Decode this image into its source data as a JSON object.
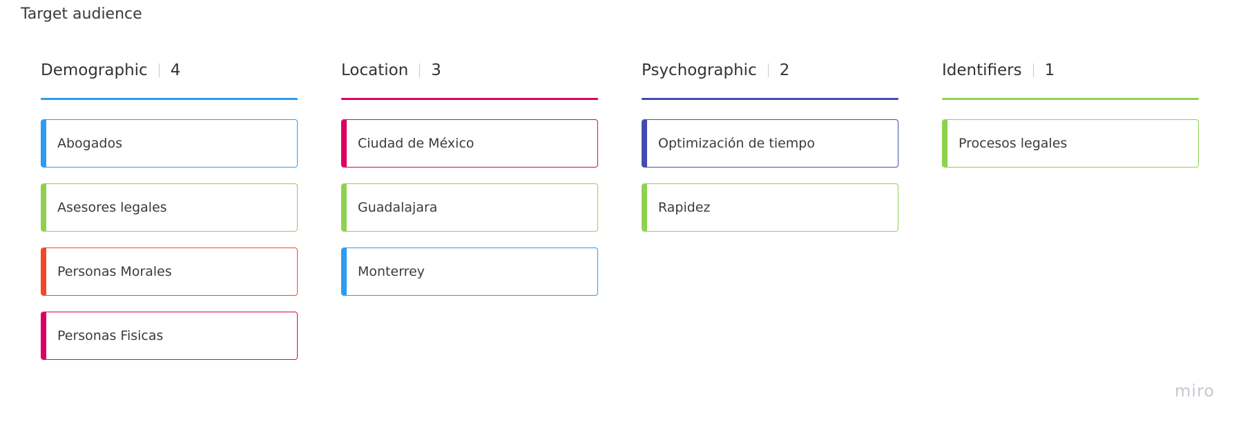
{
  "board": {
    "title": "Target audience",
    "watermark": "miro"
  },
  "columns": [
    {
      "title": "Demographic",
      "count": "4",
      "color": "#2d9bf0",
      "cards": [
        {
          "label": "Abogados",
          "color": "#2d9bf0"
        },
        {
          "label": "Asesores legales",
          "color": "#8fd14f"
        },
        {
          "label": "Personas Morales",
          "color": "#f24726"
        },
        {
          "label": "Personas Fisicas",
          "color": "#da0063"
        }
      ]
    },
    {
      "title": "Location",
      "count": "3",
      "color": "#da0063",
      "cards": [
        {
          "label": "Ciudad de México",
          "color": "#da0063"
        },
        {
          "label": "Guadalajara",
          "color": "#8fd14f"
        },
        {
          "label": "Monterrey",
          "color": "#2d9bf0"
        }
      ]
    },
    {
      "title": "Psychographic",
      "count": "2",
      "color": "#414bb2",
      "cards": [
        {
          "label": "Optimización de tiempo",
          "color": "#414bb2"
        },
        {
          "label": "Rapidez",
          "color": "#8fd14f"
        }
      ]
    },
    {
      "title": "Identifiers",
      "count": "1",
      "color": "#8fd14f",
      "cards": [
        {
          "label": "Procesos legales",
          "color": "#8fd14f"
        }
      ]
    }
  ]
}
